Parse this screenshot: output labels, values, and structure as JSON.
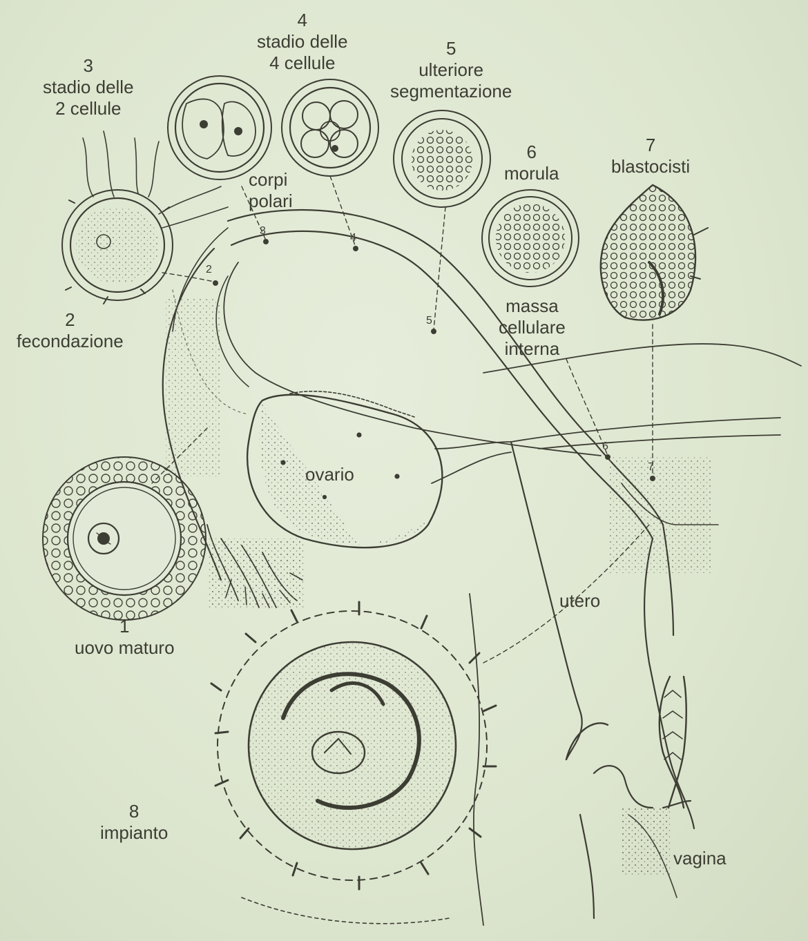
{
  "labels": {
    "stage1": {
      "number": "1",
      "text": "uovo maturo"
    },
    "stage2": {
      "number": "2",
      "text": "fecondazione"
    },
    "stage3": {
      "number": "3",
      "line1": "stadio delle",
      "line2": "2 cellule"
    },
    "stage4": {
      "number": "4",
      "line1": "stadio delle",
      "line2": "4 cellule"
    },
    "stage5": {
      "number": "5",
      "line1": "ulteriore",
      "line2": "segmentazione"
    },
    "stage6": {
      "number": "6",
      "text": "morula"
    },
    "stage7": {
      "number": "7",
      "text": "blastocisti"
    },
    "stage8": {
      "number": "8",
      "text": "impianto"
    },
    "corpi_polari": {
      "line1": "corpi",
      "line2": "polari"
    },
    "massa_cellulare": {
      "line1": "massa",
      "line2": "cellulare",
      "line3": "interna"
    },
    "ovario": "ovario",
    "utero": "utero",
    "vagina": "vagina"
  },
  "path_markers": [
    "2",
    "3",
    "4",
    "5",
    "6",
    "7"
  ],
  "colors": {
    "background": "#dfe8d2",
    "ink": "#3c3d33",
    "stipple": "#6a6b5e"
  }
}
